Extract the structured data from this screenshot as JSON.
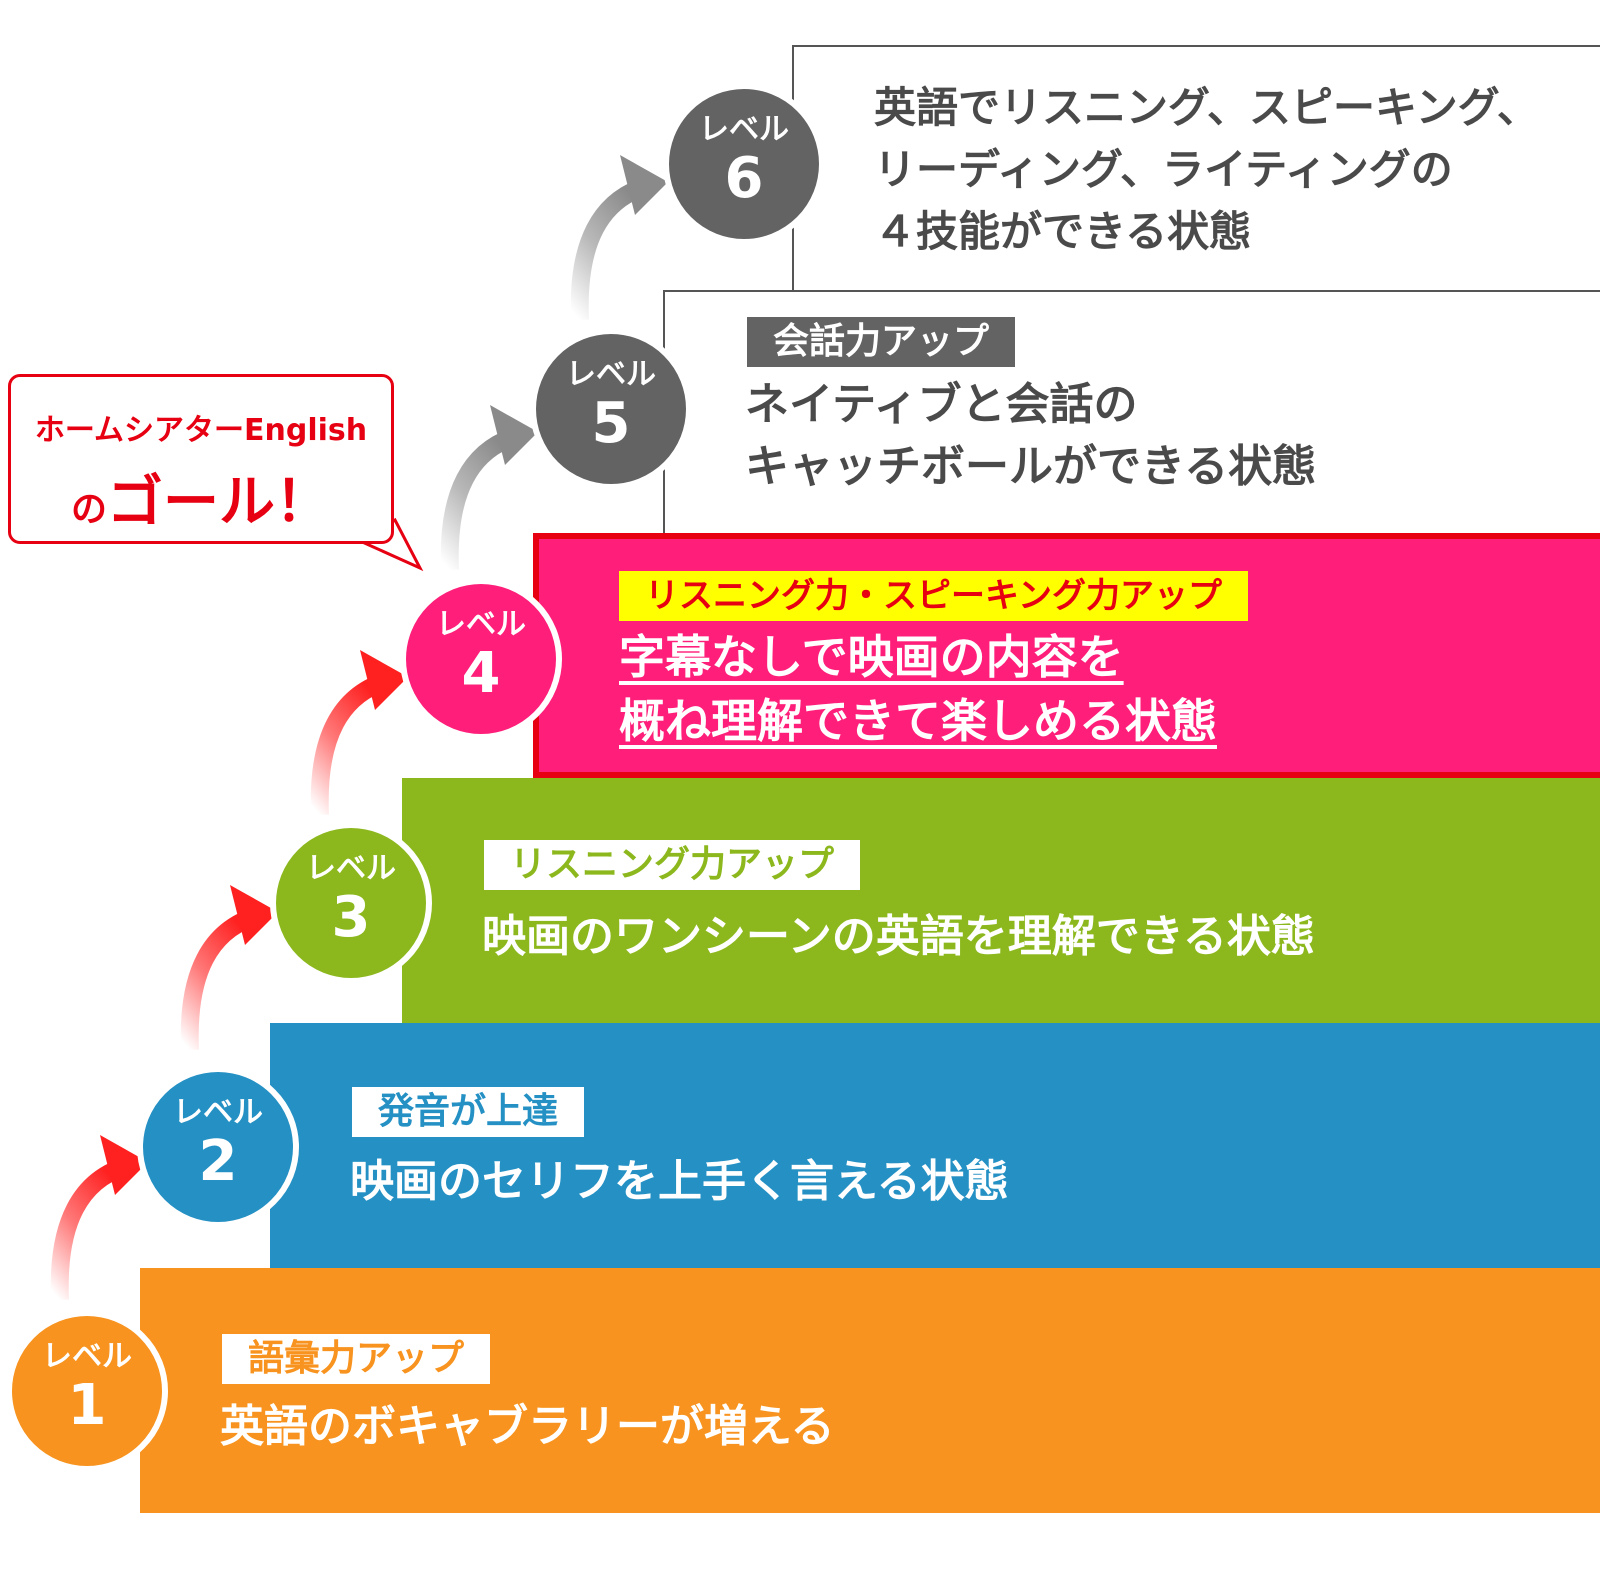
{
  "callout": {
    "line1": "ホームシアターEnglish",
    "line2_particle": "の",
    "line2_goal": "ゴール！"
  },
  "levels": [
    {
      "label": "レベル",
      "number": "1",
      "tag": "語彙力アップ",
      "description": "英語のボキャブラリーが増える",
      "color": "#f7931e"
    },
    {
      "label": "レベル",
      "number": "2",
      "tag": "発音が上達",
      "description": "映画のセリフを上手く言える状態",
      "color": "#2490c4"
    },
    {
      "label": "レベル",
      "number": "3",
      "tag": "リスニング力アップ",
      "description": "映画のワンシーンの英語を理解できる状態",
      "color": "#8cb81e"
    },
    {
      "label": "レベル",
      "number": "4",
      "tag": "リスニング力・スピーキング力アップ",
      "description": "字幕なしで映画の内容を\n概ね理解できて楽しめる状態",
      "color": "#ff1f7a"
    },
    {
      "label": "レベル",
      "number": "5",
      "tag": "会話力アップ",
      "description": "ネイティブと会話の\nキャッチボールができる状態",
      "color": "#636363"
    },
    {
      "label": "レベル",
      "number": "6",
      "tag": "",
      "description": "英語でリスニング、スピーキング、\nリーディング、ライティングの\n４技能ができる状態",
      "color": "#636363"
    }
  ],
  "colors": {
    "goal_red": "#e60012",
    "tag_yellow": "#ffff00",
    "arrow_red": "#ff2020",
    "arrow_gray": "#8a8a8a"
  }
}
